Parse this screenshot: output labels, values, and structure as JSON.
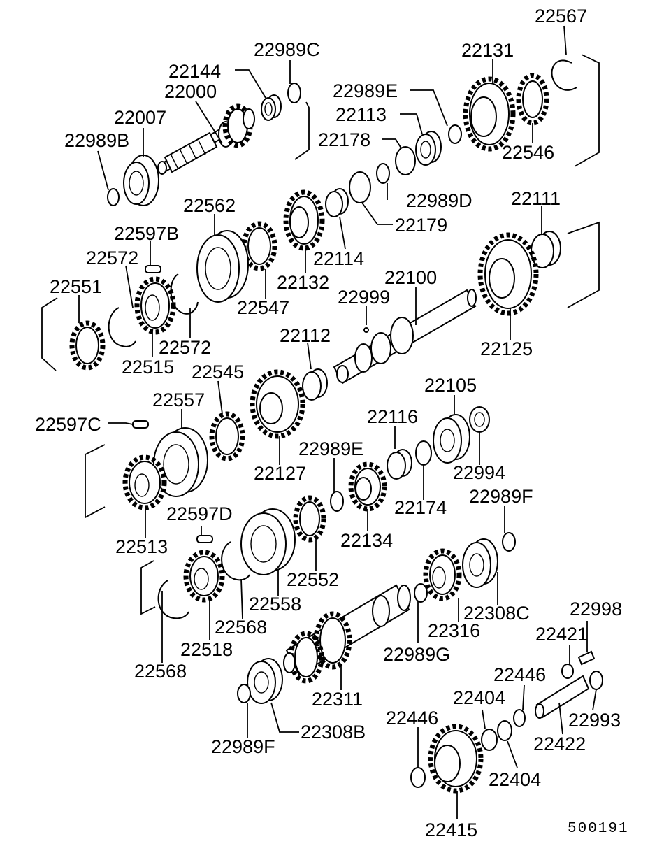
{
  "diagram_code": "500191",
  "labels": [
    {
      "id": "22567",
      "text": "22567"
    },
    {
      "id": "22131",
      "text": "22131"
    },
    {
      "id": "22989C",
      "text": "22989C"
    },
    {
      "id": "22144",
      "text": "22144"
    },
    {
      "id": "22000",
      "text": "22000"
    },
    {
      "id": "22989E_top",
      "text": "22989E"
    },
    {
      "id": "22007",
      "text": "22007"
    },
    {
      "id": "22113",
      "text": "22113"
    },
    {
      "id": "22178",
      "text": "22178"
    },
    {
      "id": "22989B",
      "text": "22989B"
    },
    {
      "id": "22546",
      "text": "22546"
    },
    {
      "id": "22989D",
      "text": "22989D"
    },
    {
      "id": "22562",
      "text": "22562"
    },
    {
      "id": "22111",
      "text": "22111"
    },
    {
      "id": "22179",
      "text": "22179"
    },
    {
      "id": "22597B",
      "text": "22597B"
    },
    {
      "id": "22572_top",
      "text": "22572"
    },
    {
      "id": "22114",
      "text": "22114"
    },
    {
      "id": "22100",
      "text": "22100"
    },
    {
      "id": "22551",
      "text": "22551"
    },
    {
      "id": "22132",
      "text": "22132"
    },
    {
      "id": "22999",
      "text": "22999"
    },
    {
      "id": "22547",
      "text": "22547"
    },
    {
      "id": "22112",
      "text": "22112"
    },
    {
      "id": "22572_bottom",
      "text": "22572"
    },
    {
      "id": "22125",
      "text": "22125"
    },
    {
      "id": "22515",
      "text": "22515"
    },
    {
      "id": "22545",
      "text": "22545"
    },
    {
      "id": "22105",
      "text": "22105"
    },
    {
      "id": "22557",
      "text": "22557"
    },
    {
      "id": "22597C",
      "text": "22597C"
    },
    {
      "id": "22116",
      "text": "22116"
    },
    {
      "id": "22989E_mid",
      "text": "22989E"
    },
    {
      "id": "22994",
      "text": "22994"
    },
    {
      "id": "22127",
      "text": "22127"
    },
    {
      "id": "22989F_right",
      "text": "22989F"
    },
    {
      "id": "22174",
      "text": "22174"
    },
    {
      "id": "22597D",
      "text": "22597D"
    },
    {
      "id": "22134",
      "text": "22134"
    },
    {
      "id": "22513",
      "text": "22513"
    },
    {
      "id": "22552",
      "text": "22552"
    },
    {
      "id": "22558",
      "text": "22558"
    },
    {
      "id": "22308C",
      "text": "22308C"
    },
    {
      "id": "22998",
      "text": "22998"
    },
    {
      "id": "22568_right",
      "text": "22568"
    },
    {
      "id": "22316",
      "text": "22316"
    },
    {
      "id": "22421",
      "text": "22421"
    },
    {
      "id": "22518",
      "text": "22518"
    },
    {
      "id": "22989G",
      "text": "22989G"
    },
    {
      "id": "22568_left",
      "text": "22568"
    },
    {
      "id": "22446_right",
      "text": "22446"
    },
    {
      "id": "22311",
      "text": "22311"
    },
    {
      "id": "22404_top",
      "text": "22404"
    },
    {
      "id": "22993",
      "text": "22993"
    },
    {
      "id": "22446_left",
      "text": "22446"
    },
    {
      "id": "22308B",
      "text": "22308B"
    },
    {
      "id": "22422",
      "text": "22422"
    },
    {
      "id": "22989F_bottom",
      "text": "22989F"
    },
    {
      "id": "22404_bottom",
      "text": "22404"
    },
    {
      "id": "22415",
      "text": "22415"
    }
  ]
}
